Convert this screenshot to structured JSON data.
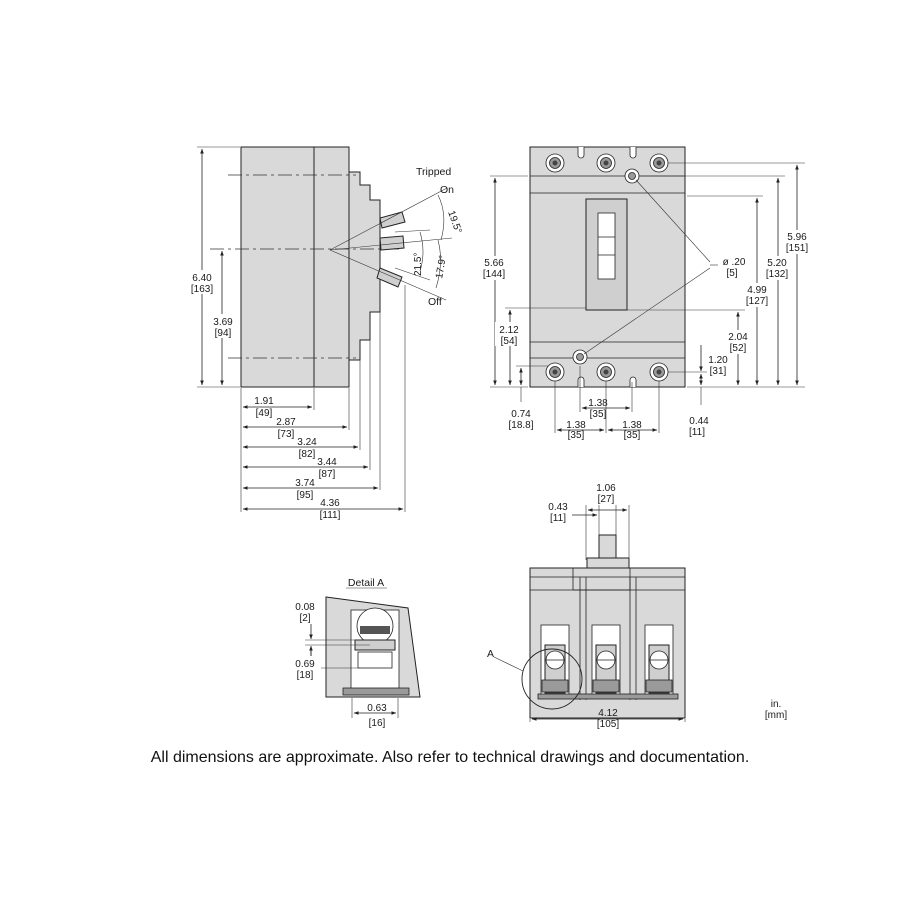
{
  "units_note": {
    "line1": "in.",
    "line2": "[mm]"
  },
  "footer": "All dimensions are approximate.  Also refer to technical drawings and documentation.",
  "side_view": {
    "handle_labels": {
      "tripped": "Tripped",
      "on": "On",
      "off": "Off"
    },
    "angles": {
      "a1": "19.5°",
      "a2": "21.5°",
      "a3": "17.9°"
    },
    "height_total": {
      "in": "6.40",
      "mm": "[163]"
    },
    "height_center": {
      "in": "3.69",
      "mm": "[94]"
    },
    "depths": [
      {
        "in": "1.91",
        "mm": "[49]"
      },
      {
        "in": "2.87",
        "mm": "[73]"
      },
      {
        "in": "3.24",
        "mm": "[82]"
      },
      {
        "in": "3.44",
        "mm": "[87]"
      },
      {
        "in": "3.74",
        "mm": "[95]"
      },
      {
        "in": "4.36",
        "mm": "[111]"
      }
    ]
  },
  "front_view": {
    "h_566": {
      "in": "5.66",
      "mm": "[144]"
    },
    "h_212": {
      "in": "2.12",
      "mm": "[54]"
    },
    "h_074": {
      "in": "0.74",
      "mm": "[18.8]"
    },
    "h_596": {
      "in": "5.96",
      "mm": "[151]"
    },
    "h_520": {
      "in": "5.20",
      "mm": "[132]"
    },
    "h_499": {
      "in": "4.99",
      "mm": "[127]"
    },
    "h_204": {
      "in": "2.04",
      "mm": "[52]"
    },
    "h_120": {
      "in": "1.20",
      "mm": "[31]"
    },
    "h_044": {
      "in": "0.44",
      "mm": "[11]"
    },
    "hole_dia": {
      "in": "ø .20",
      "mm": "[5]"
    },
    "pitch_top": {
      "in": "1.38",
      "mm": "[35]"
    },
    "pitch_left": {
      "in": "1.38",
      "mm": "[35]"
    },
    "pitch_right": {
      "in": "1.38",
      "mm": "[35]"
    }
  },
  "bottom_view": {
    "handle_width": {
      "in": "1.06",
      "mm": "[27]"
    },
    "handle_offset": {
      "in": "0.43",
      "mm": "[11]"
    },
    "width_total": {
      "in": "4.12",
      "mm": "[105]"
    },
    "detail_marker": "A"
  },
  "detail_a": {
    "title": "Detail A",
    "d1": {
      "in": "0.08",
      "mm": "[2]"
    },
    "d2": {
      "in": "0.69",
      "mm": "[18]"
    },
    "d3": {
      "in": "0.63",
      "mm": "[16]"
    }
  }
}
